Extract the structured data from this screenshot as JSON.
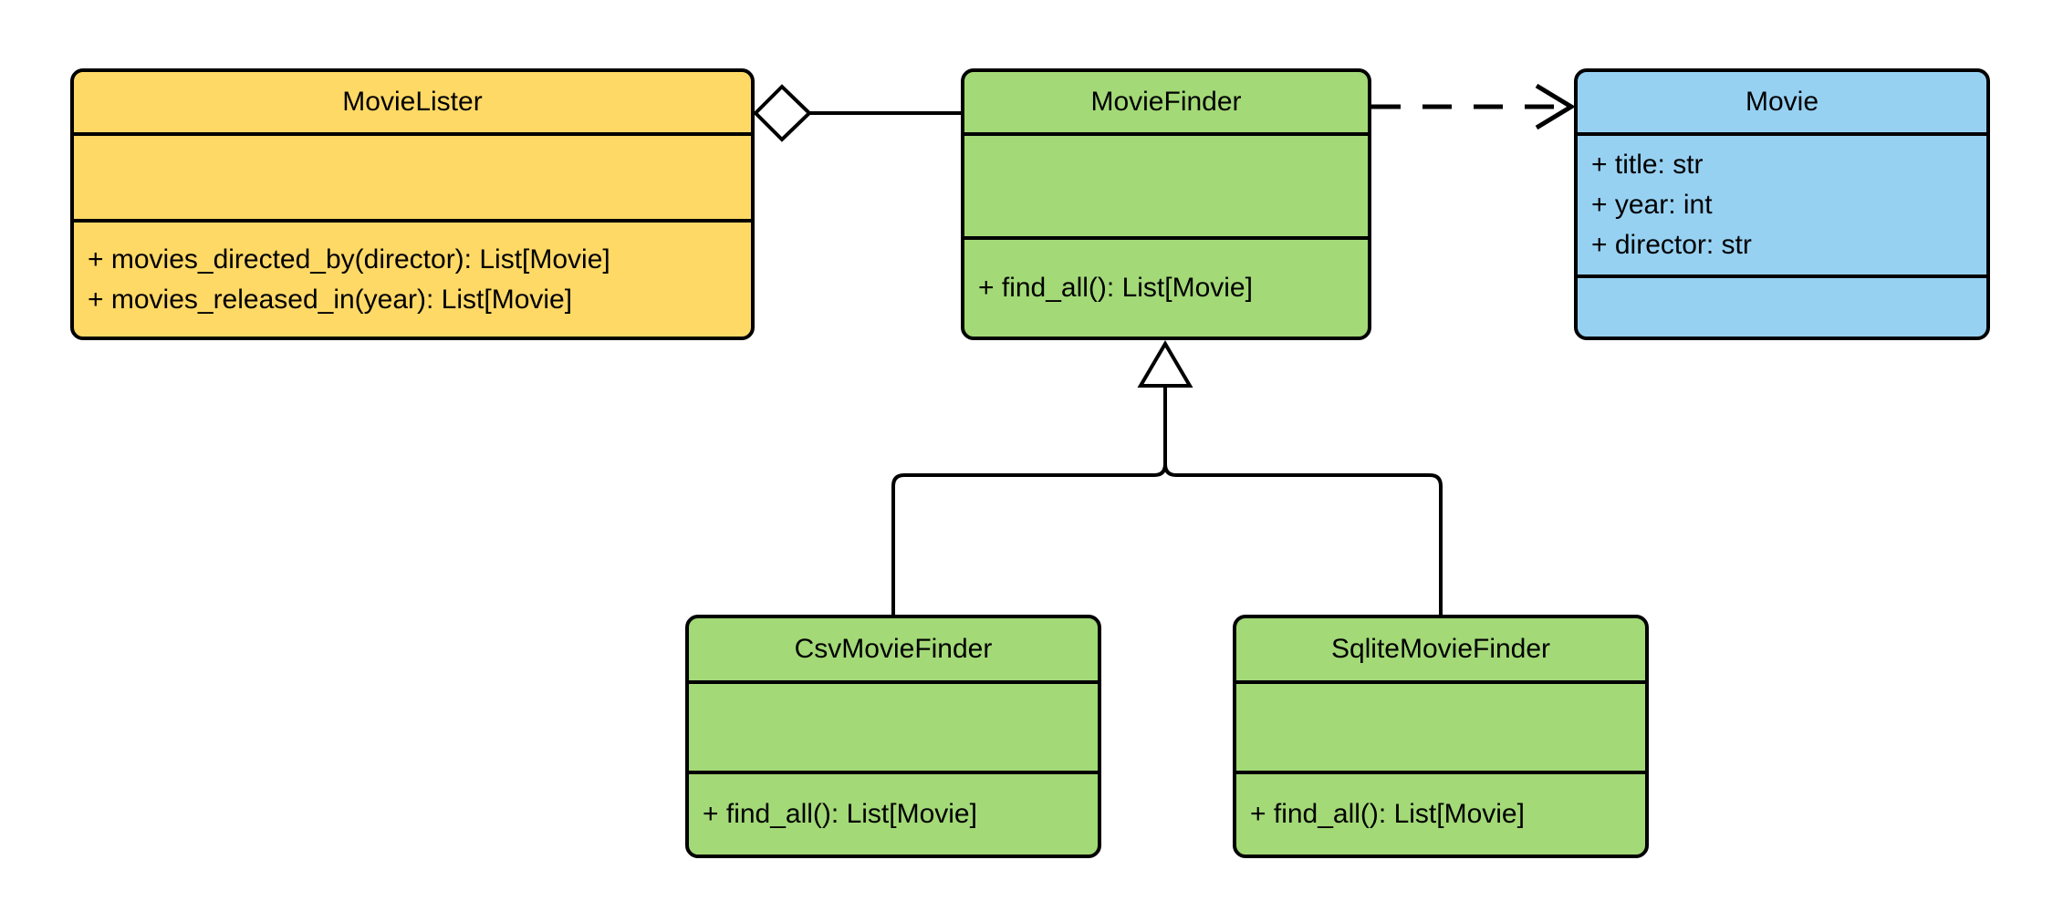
{
  "diagram": {
    "type": "uml-class-diagram",
    "background_color": "#FFFFFF",
    "stroke_color": "#000000"
  },
  "classes": [
    {
      "name": "MovieLister",
      "fill": "#FFD966",
      "attributes": [],
      "methods": [
        "+ movies_directed_by(director): List[Movie]",
        "+ movies_released_in(year): List[Movie]"
      ]
    },
    {
      "name": "MovieFinder",
      "fill": "#A3D977",
      "attributes": [],
      "methods": [
        "+ find_all(): List[Movie]"
      ]
    },
    {
      "name": "Movie",
      "fill": "#97D1F2",
      "attributes": [
        "+ title: str",
        "+ year: int",
        "+ director: str"
      ],
      "methods": []
    },
    {
      "name": "CsvMovieFinder",
      "fill": "#A3D977",
      "attributes": [],
      "methods": [
        "+ find_all(): List[Movie]"
      ]
    },
    {
      "name": "SqliteMovieFinder",
      "fill": "#A3D977",
      "attributes": [],
      "methods": [
        "+ find_all(): List[Movie]"
      ]
    }
  ],
  "relationships": [
    {
      "type": "aggregation",
      "from": "MovieLister",
      "to": "MovieFinder"
    },
    {
      "type": "dependency",
      "from": "MovieFinder",
      "to": "Movie"
    },
    {
      "type": "inheritance",
      "from": "CsvMovieFinder",
      "to": "MovieFinder"
    },
    {
      "type": "inheritance",
      "from": "SqliteMovieFinder",
      "to": "MovieFinder"
    }
  ]
}
